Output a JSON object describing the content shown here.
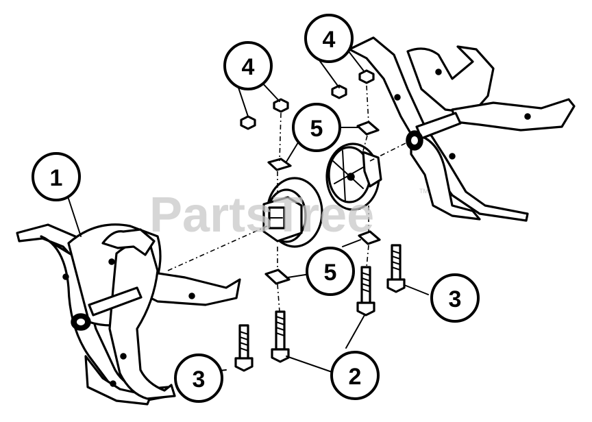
{
  "watermark": "PartsTree",
  "trademark": "TM",
  "callouts": {
    "c1": "1",
    "c2": "2",
    "c3a": "3",
    "c3b": "3",
    "c4a": "4",
    "c4b": "4",
    "c5a": "5",
    "c5b": "5"
  },
  "colors": {
    "line": "#000000",
    "background": "#ffffff",
    "watermark": "#c9c9c9"
  }
}
